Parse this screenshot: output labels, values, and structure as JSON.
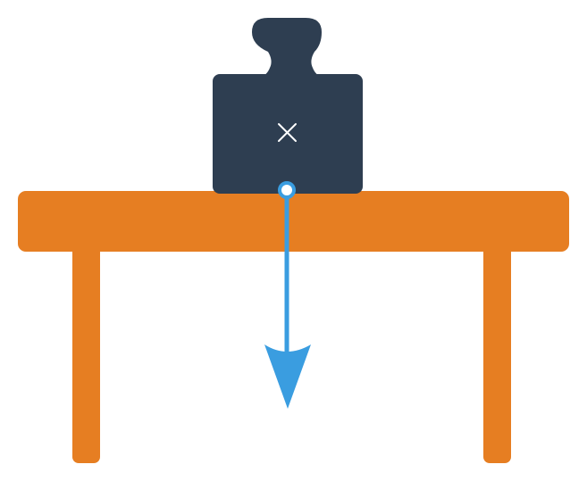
{
  "diagram": {
    "type": "force-diagram",
    "scene": "weight-on-table",
    "objects": [
      {
        "id": "weight",
        "kind": "weight-block"
      },
      {
        "id": "table",
        "kind": "table"
      }
    ],
    "vectors": [
      {
        "id": "force-arrow",
        "direction": "down",
        "origin": "contact-point"
      }
    ],
    "markers": [
      {
        "id": "center-of-mass",
        "kind": "cross"
      },
      {
        "id": "contact-point",
        "kind": "ring"
      }
    ]
  },
  "colors": {
    "weight": "#2e3e51",
    "table": "#e67e22",
    "arrow": "#3a9de0",
    "marker": "#ffffff",
    "background": "#ffffff"
  },
  "icons": {
    "weight": "weight-icon",
    "table": "table-icon",
    "arrow": "arrow-down-icon",
    "center": "cross-icon",
    "contact": "circle-icon"
  }
}
